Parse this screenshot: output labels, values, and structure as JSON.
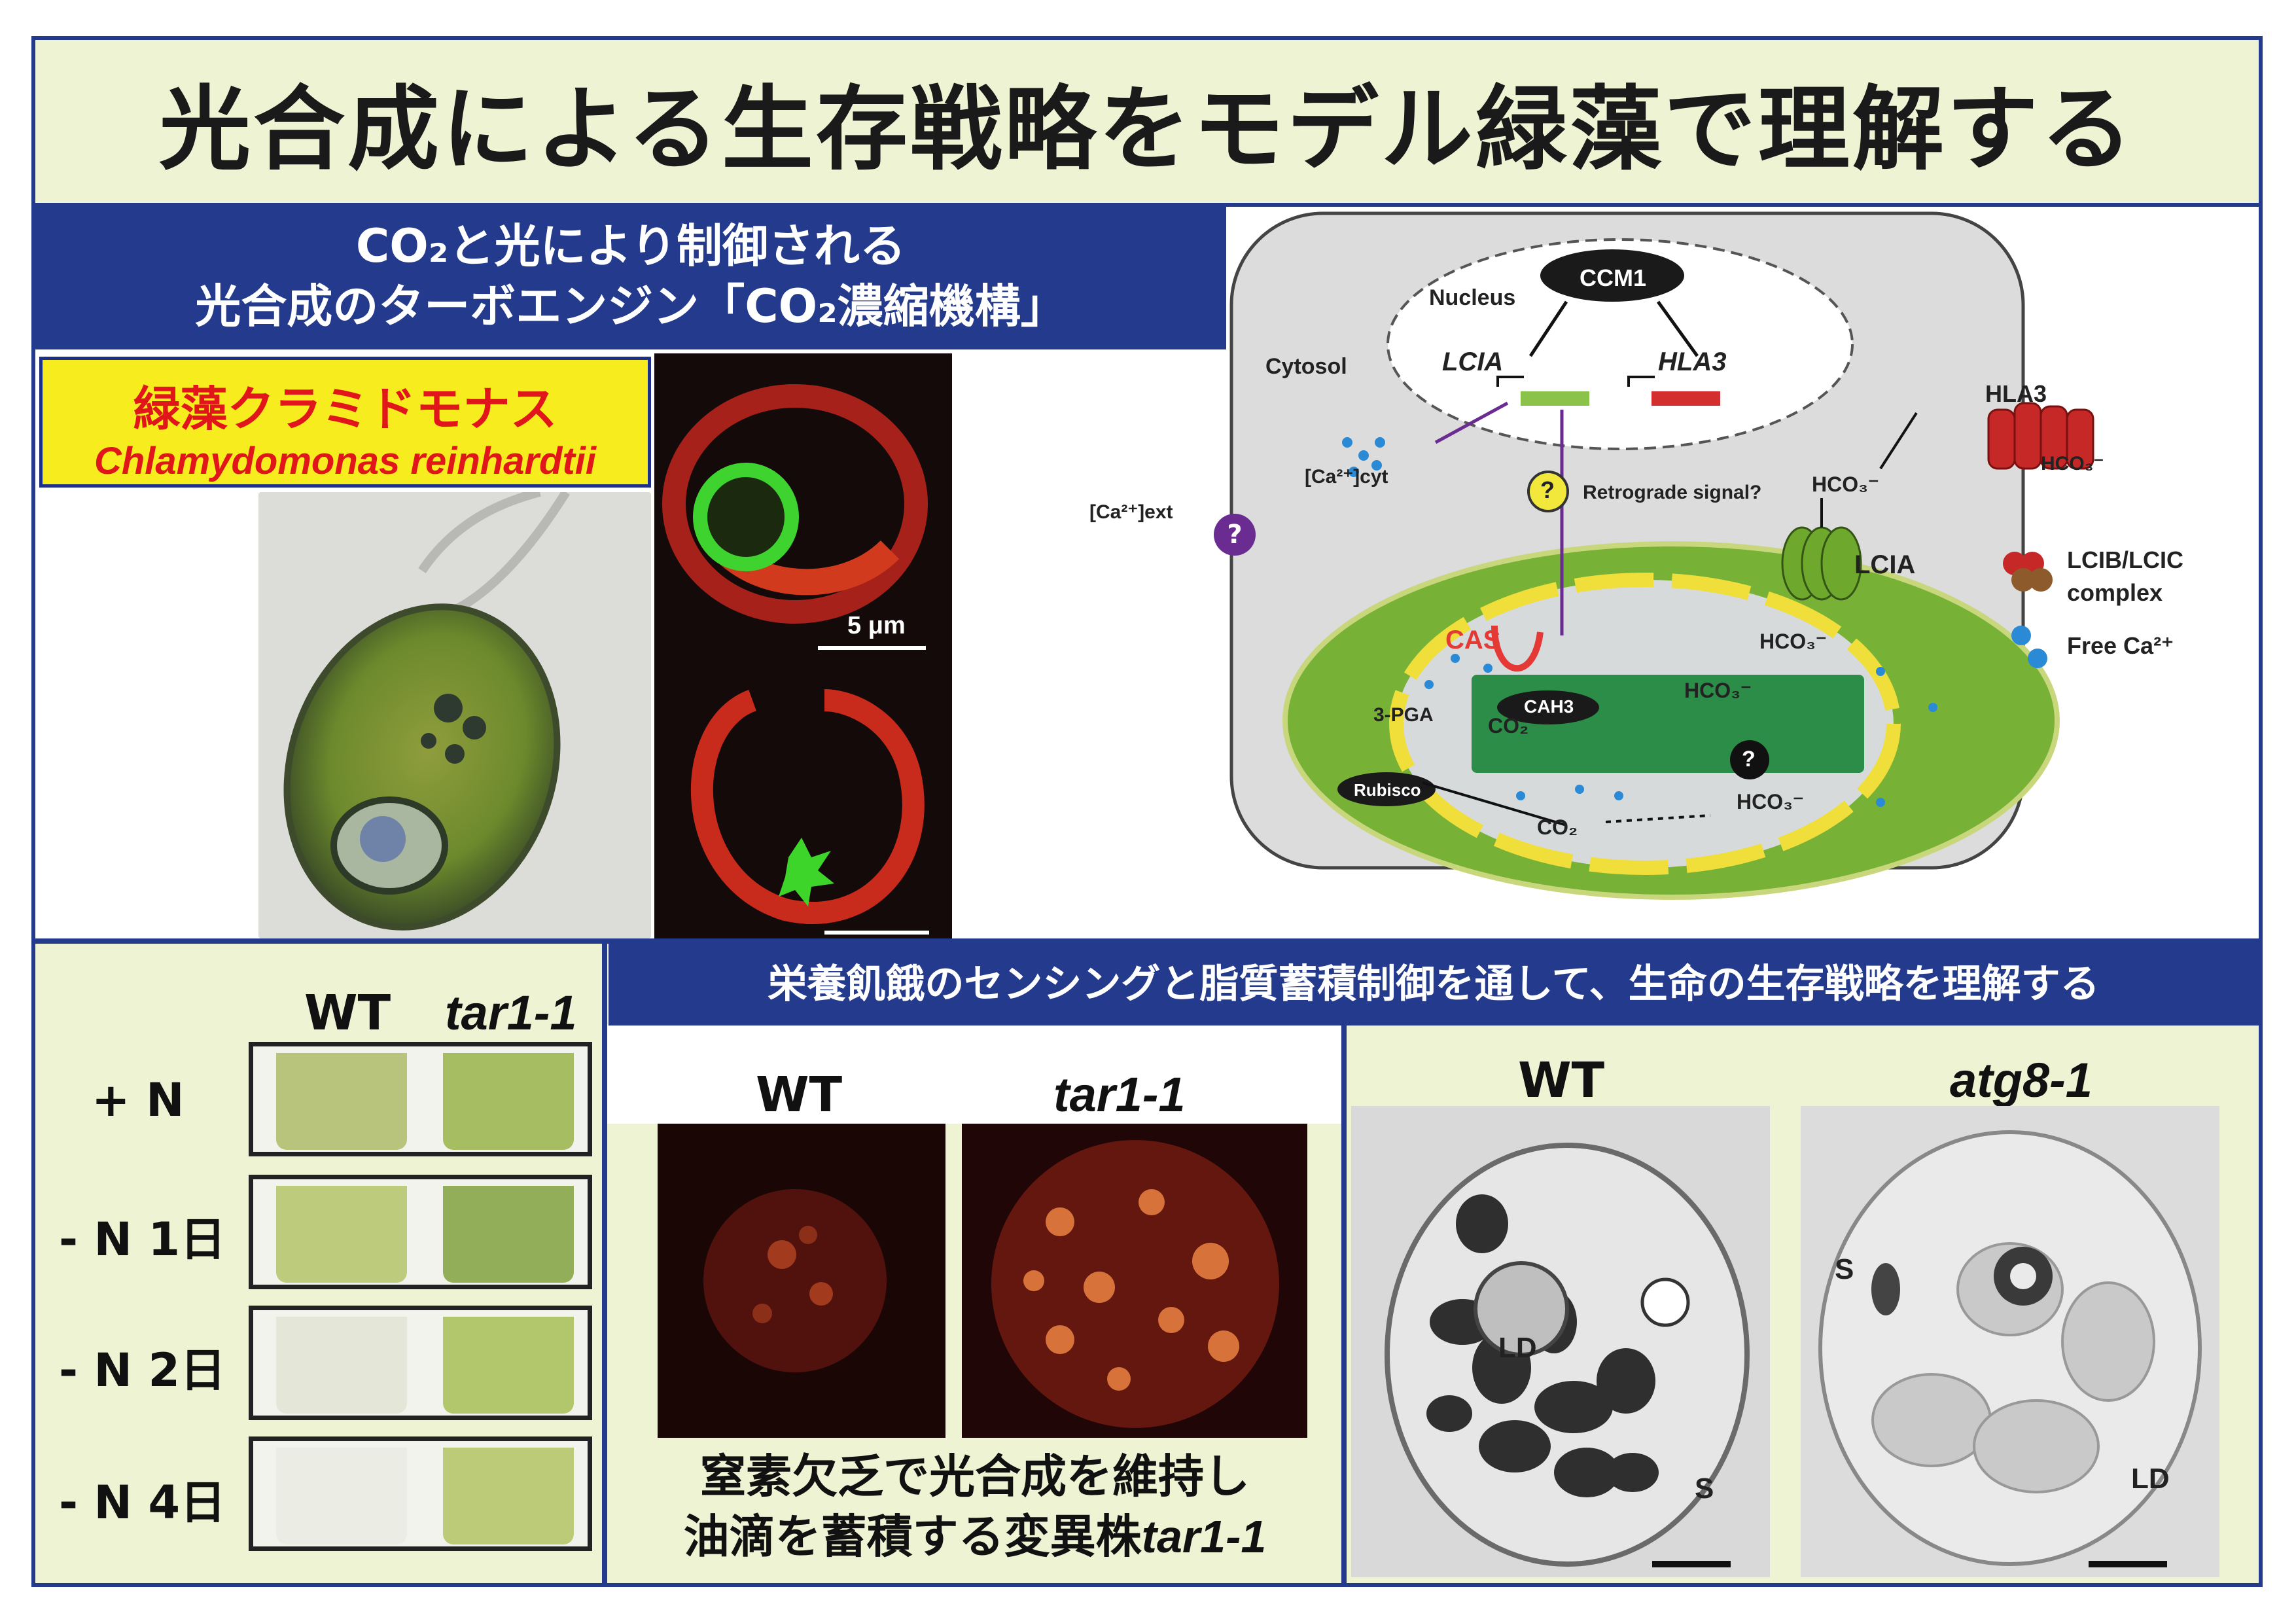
{
  "title": "光合成による生存戦略をモデル緑藻で理解する",
  "ccm": {
    "line1": "CO₂と光により制御される",
    "line2": "光合成のターボエンジン「CO₂濃縮機構」"
  },
  "species": {
    "jp": "緑藻クラミドモナス",
    "latin": "Chlamydomonas reinhardtii"
  },
  "scalebar_label": "5 μm",
  "diagram": {
    "nucleus": "Nucleus",
    "ccm1": "CCM1",
    "lcia_gene": "LCIA",
    "hla3_gene": "HLA3",
    "cytosol": "Cytosol",
    "ca_ext": "[Ca²⁺]ext",
    "ca_cyt": "[Ca²⁺]cyt",
    "q": "?",
    "retrograde": "Retrograde signal?",
    "hla3": "HLA3",
    "hco3": "HCO₃⁻",
    "lcia": "LCIA",
    "cas": "CAS",
    "cah3": "CAH3",
    "co2": "CO₂",
    "pga": "3-PGA",
    "rubisco": "Rubisco",
    "legend_lcib": "LCIB/LCIC complex",
    "legend_ca": "Free Ca²⁺"
  },
  "nutrient_banner": "栄養飢餓のセンシングと脂質蓄積制御を通して、生命の生存戦略を理解する",
  "tubes": {
    "wt": "WT",
    "mut": "tar1-1",
    "rows": [
      "+ N",
      "- N 1日",
      "- N 2日",
      "- N 4日"
    ]
  },
  "fluor": {
    "wt": "WT",
    "mut": "tar1-1",
    "caption1": "窒素欠乏で光合成を維持し",
    "caption2_prefix": "油滴を蓄積する変異株",
    "caption2_strain": "tar1-1"
  },
  "em": {
    "wt": "WT",
    "mut": "atg8-1",
    "ld": "LD",
    "s": "S"
  }
}
